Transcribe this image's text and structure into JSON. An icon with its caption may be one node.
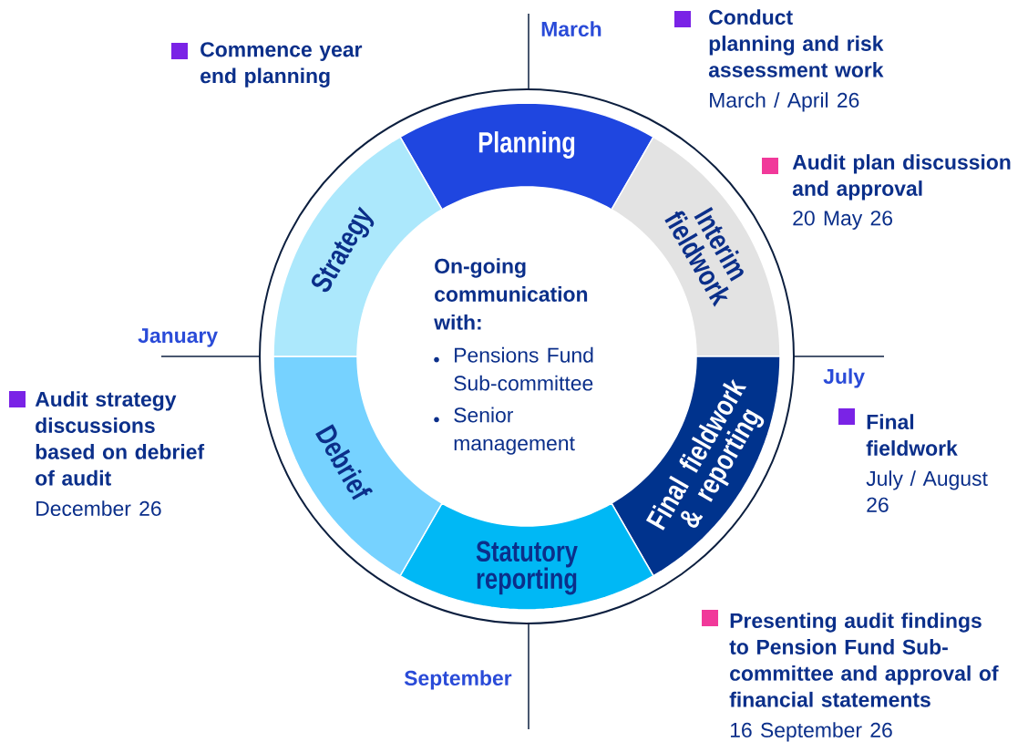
{
  "diagram": {
    "nodes": [
      {
        "text": [
          "Planning"
        ]
      },
      {
        "text": [
          "Interim fieldwork"
        ]
      },
      {
        "text": [
          "Final fieldwork & reporting"
        ]
      },
      {
        "text": [
          "Statutory reporting"
        ]
      },
      {
        "text": [
          "Debrief"
        ]
      },
      {
        "text": [
          "Strategy"
        ]
      },
      {
        "text": [
          "On-going communication with:",
          "Pensions Fund Sub-committee",
          "Senior management"
        ]
      }
    ],
    "labels": [
      "March",
      "Commence year end planning",
      "Conduct planning and risk assessment work",
      "March / April 26",
      "Audit plan discussion and approval",
      "20 May 26",
      "January",
      "July",
      "Audit strategy discussions based on debrief of audit",
      "December 26",
      "Final fieldwork",
      "July / August 26",
      "September",
      "Presenting audit findings to Pension Fund Sub-committee and approval of financial statements",
      "16 September 26"
    ]
  }
}
